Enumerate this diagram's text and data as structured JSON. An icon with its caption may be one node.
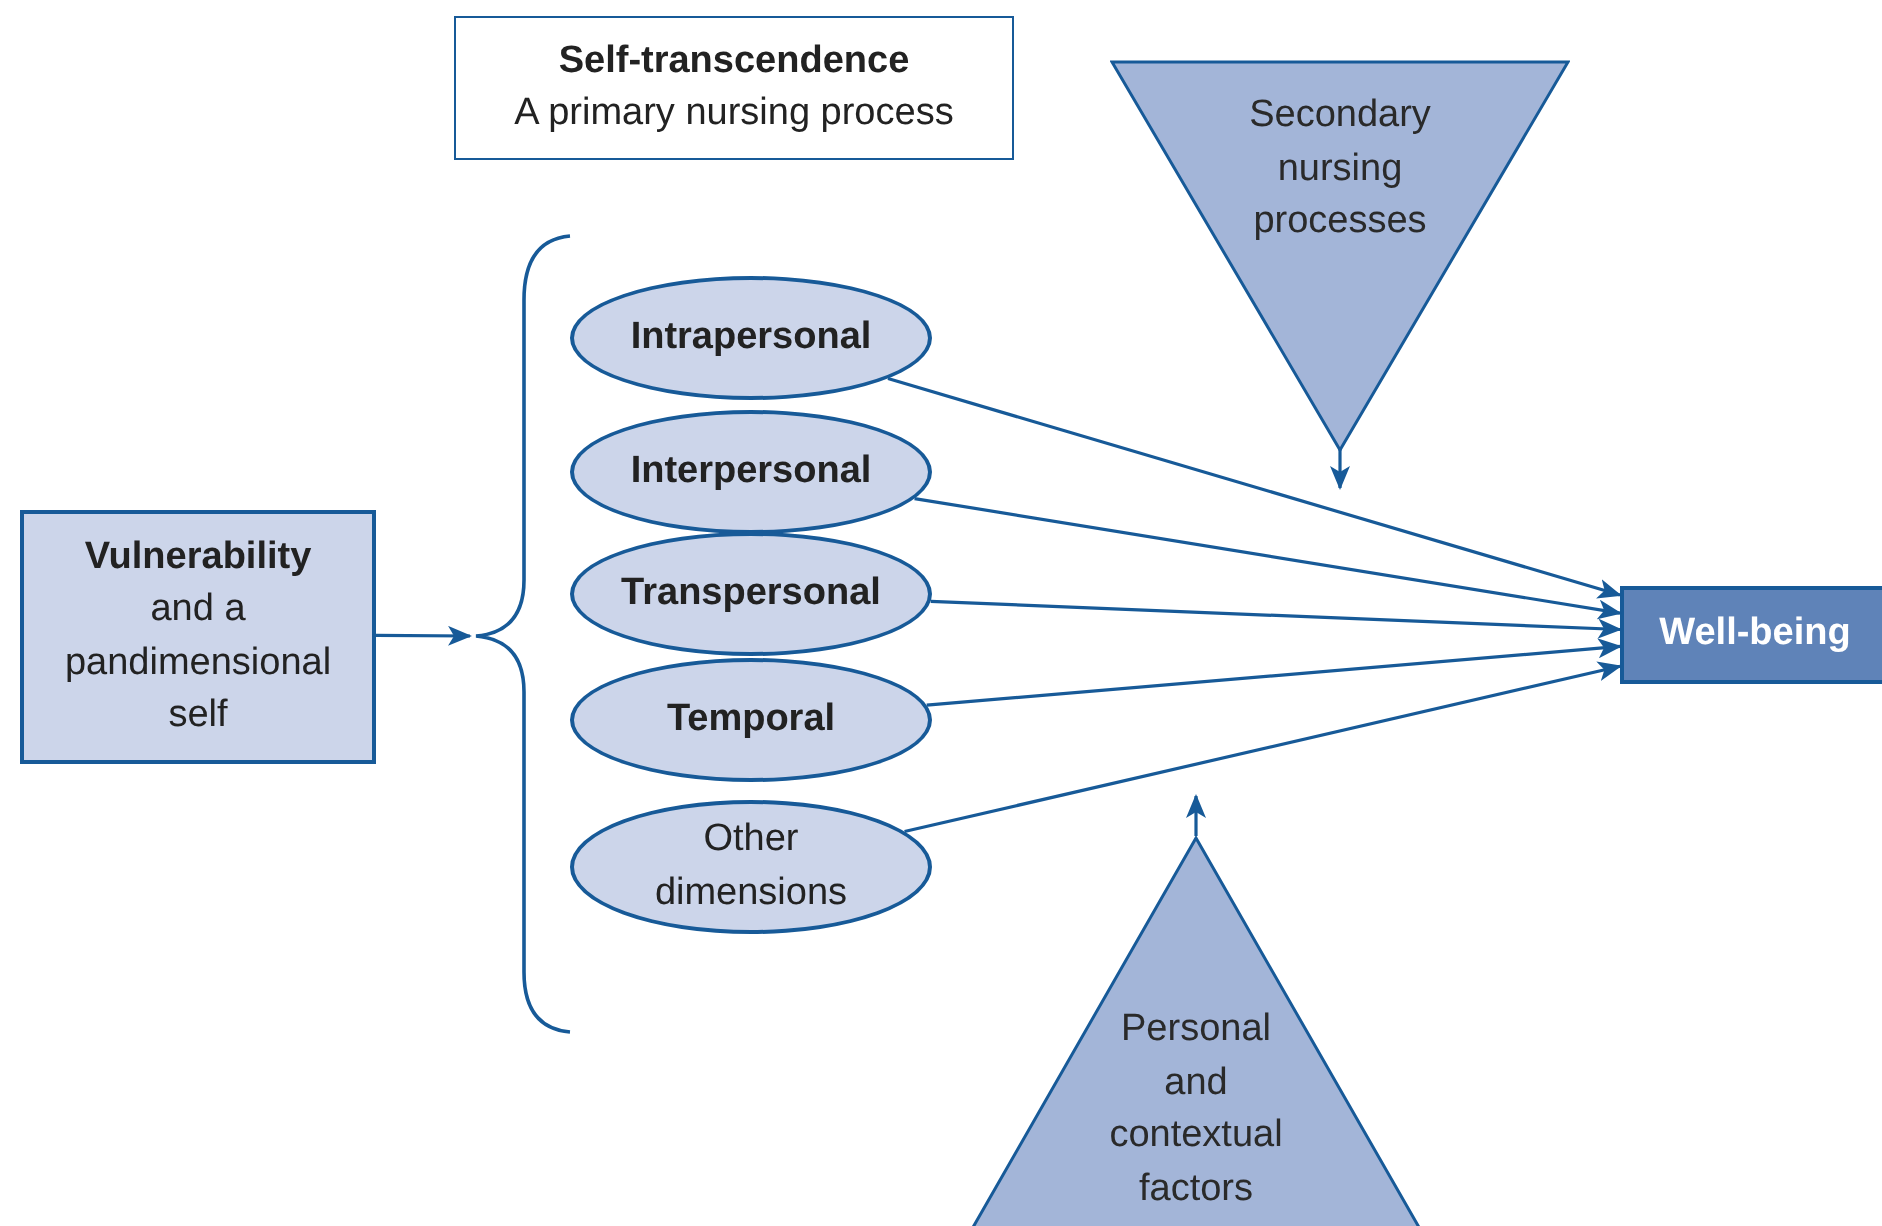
{
  "diagram": {
    "nodes": [
      {
        "text": [
          "Self-transcendence",
          "A primary nursing process"
        ]
      },
      {
        "text": [
          "Secondary nursing processes"
        ]
      },
      {
        "text": [
          "Vulnerability",
          "and a pandimensional self"
        ]
      },
      {
        "text": [
          "Intrapersonal"
        ]
      },
      {
        "text": [
          "Interpersonal"
        ]
      },
      {
        "text": [
          "Transpersonal"
        ]
      },
      {
        "text": [
          "Temporal"
        ]
      },
      {
        "text": [
          "Other dimensions"
        ]
      },
      {
        "text": [
          "Well-being"
        ]
      },
      {
        "text": [
          "Personal and contextual factors"
        ]
      },
      {
        "text": [],
        "shape": "brace"
      }
    ],
    "edges": [
      {
        "from": 2,
        "to": 10,
        "arrow": "to"
      },
      {
        "from": 1,
        "to": null,
        "arrow": "to"
      },
      {
        "from": 3,
        "to": 8,
        "arrow": "to"
      },
      {
        "from": 4,
        "to": 8,
        "arrow": "to"
      },
      {
        "from": 5,
        "to": 8,
        "arrow": "to"
      },
      {
        "from": 6,
        "to": 8,
        "arrow": "to"
      },
      {
        "from": 7,
        "to": 8,
        "arrow": "to"
      },
      {
        "from": 9,
        "to": null,
        "arrow": "to"
      }
    ]
  }
}
